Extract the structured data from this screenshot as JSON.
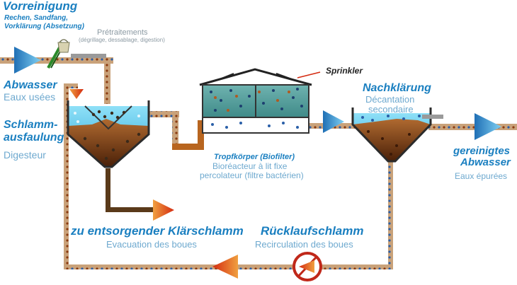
{
  "labels": {
    "vorreinigung_title": "Vorreinigung",
    "vorreinigung_detail_1": "Rechen, Sandfang,",
    "vorreinigung_detail_2": "Vorklärung (Absetzung)",
    "pretraitements_title": "Prétraitements",
    "pretraitements_detail": "(dégrillage, dessablage, digestion)",
    "abwasser_de": "Abwasser",
    "abwasser_fr": "Eaux usées",
    "schlamm_de_1": "Schlamm-",
    "schlamm_de_2": "ausfaulung",
    "digesteur_fr": "Digesteur",
    "sprinkler": "Sprinkler",
    "nachklaerung_de": "Nachklärung",
    "nachklaerung_fr_1": "Décantation",
    "nachklaerung_fr_2": "secondaire",
    "tropfkoerper_de": "Tropfkörper (Biofilter)",
    "tropfkoerper_fr_1": "Bioréacteur à lit fixe",
    "tropfkoerper_fr_2": "percolateur (filtre bactérien)",
    "gereinigt_de_1": "gereinigtes",
    "gereinigt_de_2": "Abwasser",
    "gereinigt_fr": "Eaux épurées",
    "klaerschlamm_de": "zu entsorgender Klärschlamm",
    "klaerschlamm_fr": "Evacuation des boues",
    "ruecklauf_de": "Rücklaufschlamm",
    "ruecklauf_fr": "Recirculation des boues"
  },
  "colors": {
    "german_label": "#1a7fc0",
    "french_label": "#6ea9cf",
    "pipe": "#c9a27a",
    "water": "#5fc6e8",
    "sludge": "#8a4a1c",
    "arrow_blue": "#2a88c8",
    "arrow_red": "#d93a1a"
  },
  "icons": [
    "screen-rake-icon",
    "bucket-icon",
    "pump-icon",
    "flow-arrow-icon"
  ]
}
